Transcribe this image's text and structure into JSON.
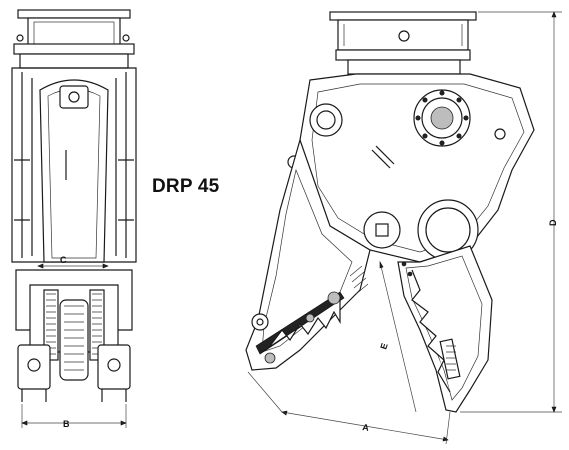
{
  "model": {
    "title": "DRP 45"
  },
  "dimensions": {
    "a": "A",
    "b": "B",
    "c": "C",
    "d": "D",
    "e": "E"
  },
  "colors": {
    "line": "#1a1a1a",
    "background": "#ffffff"
  }
}
